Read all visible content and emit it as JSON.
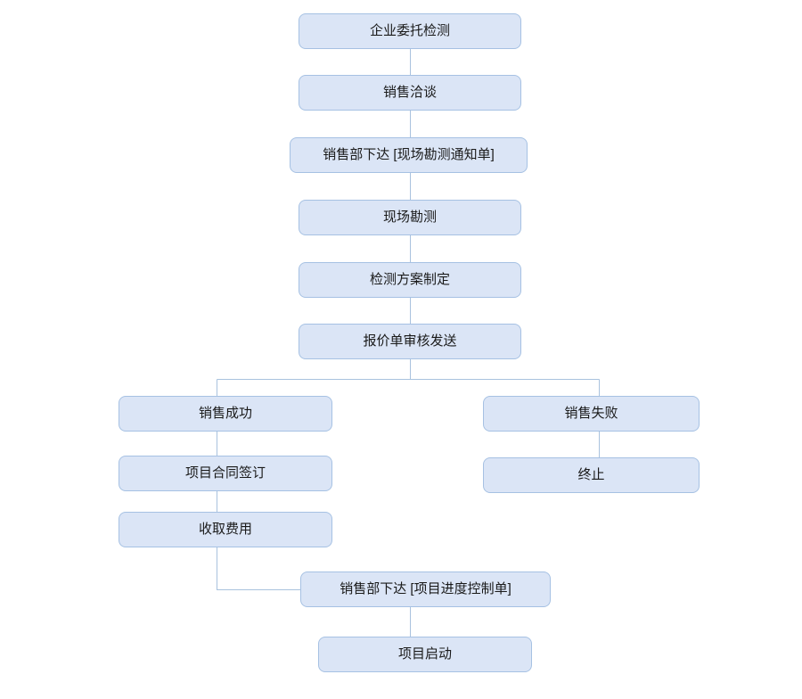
{
  "diagram": {
    "type": "flowchart",
    "background": "#ffffff",
    "colors": {
      "node_fill": "#dbe5f6",
      "node_border": "#a6c1e3",
      "edge": "#a9c2de",
      "text": "#1a1a1a"
    },
    "nodes": [
      {
        "id": "enterprise-commission-testing",
        "label": "企业委托检测"
      },
      {
        "id": "sales-negotiation",
        "label": "销售洽谈"
      },
      {
        "id": "sales-dept-issue-survey-notice",
        "label": "销售部下达 [现场勘测通知单]"
      },
      {
        "id": "site-survey",
        "label": "现场勘测"
      },
      {
        "id": "test-plan-formulation",
        "label": "检测方案制定"
      },
      {
        "id": "quotation-review-send",
        "label": "报价单审核发送"
      },
      {
        "id": "sales-success",
        "label": "销售成功"
      },
      {
        "id": "project-contract-signing",
        "label": "项目合同签订"
      },
      {
        "id": "fee-collection",
        "label": "收取费用"
      },
      {
        "id": "sales-failure",
        "label": "销售失败"
      },
      {
        "id": "termination",
        "label": "终止"
      },
      {
        "id": "sales-dept-issue-progress-control",
        "label": "销售部下达 [项目进度控制单]"
      },
      {
        "id": "project-launch",
        "label": "项目启动"
      }
    ],
    "edges": [
      {
        "from": "企业委托检测",
        "to": "销售洽谈"
      },
      {
        "from": "销售洽谈",
        "to": "销售部下达 [现场勘测通知单]"
      },
      {
        "from": "销售部下达 [现场勘测通知单]",
        "to": "现场勘测"
      },
      {
        "from": "现场勘测",
        "to": "检测方案制定"
      },
      {
        "from": "检测方案制定",
        "to": "报价单审核发送"
      },
      {
        "from": "报价单审核发送",
        "to": "销售成功"
      },
      {
        "from": "报价单审核发送",
        "to": "销售失败"
      },
      {
        "from": "销售成功",
        "to": "项目合同签订"
      },
      {
        "from": "项目合同签订",
        "to": "收取费用"
      },
      {
        "from": "销售失败",
        "to": "终止"
      },
      {
        "from": "收取费用",
        "to": "销售部下达 [项目进度控制单]"
      },
      {
        "from": "销售部下达 [项目进度控制单]",
        "to": "项目启动"
      }
    ]
  }
}
